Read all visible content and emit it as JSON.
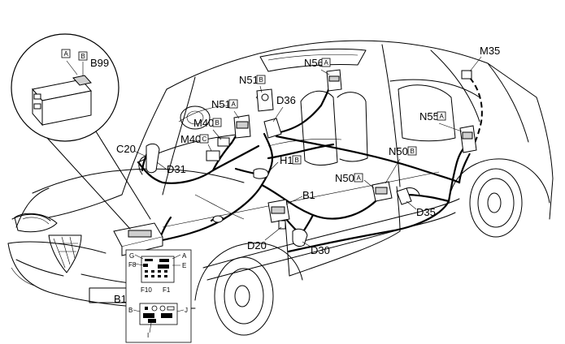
{
  "labels": {
    "b99": "B99",
    "box_a": "A",
    "box_b": "B",
    "m35": "M35",
    "n56": "N56",
    "n56_tag": "A",
    "n51b": "N51",
    "n51b_tag": "B",
    "n51a": "N51",
    "n51a_tag": "A",
    "d36": "D36",
    "m40b": "M40",
    "m40b_tag": "B",
    "m40c": "M40",
    "m40c_tag": "C",
    "n55": "N55",
    "n55_tag": "A",
    "c20": "C20",
    "d31": "D31",
    "h1": "H1",
    "h1_tag": "B",
    "n50b": "N50",
    "n50b_tag": "B",
    "n50a": "N50",
    "n50a_tag": "A",
    "b1": "B1",
    "d35": "D35",
    "d20": "D20",
    "d30": "D30",
    "b1_lower": "B1"
  },
  "fusebox": {
    "g": "G",
    "a": "A",
    "f8": "F8",
    "e": "E",
    "f10": "F10",
    "f1": "F1",
    "b": "B",
    "j": "J",
    "i": "I"
  }
}
